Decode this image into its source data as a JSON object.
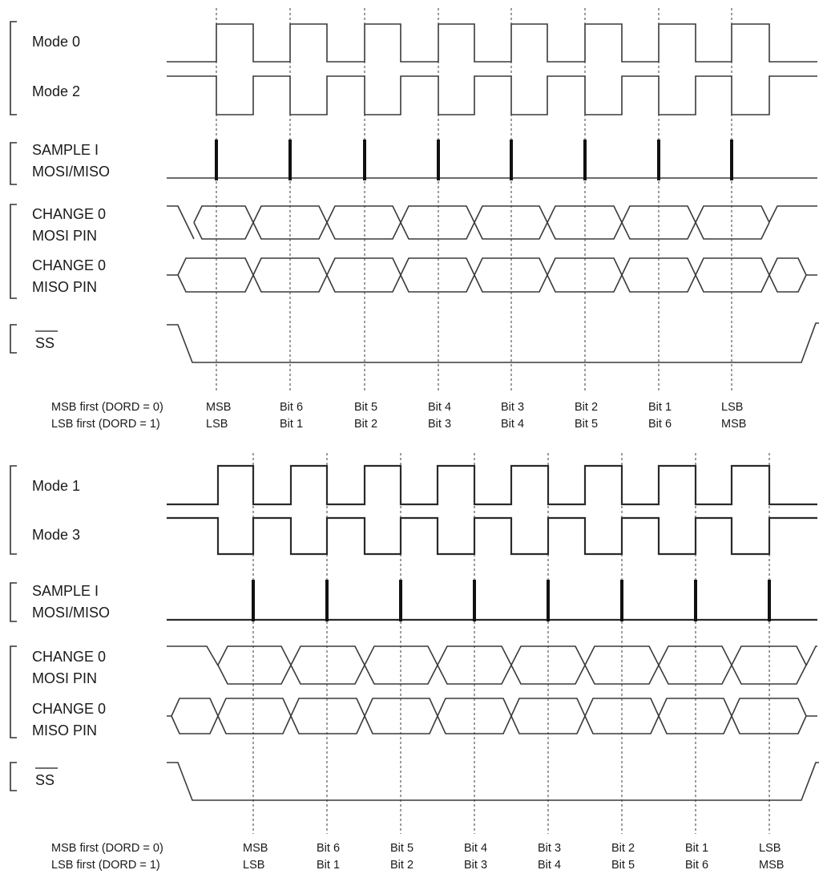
{
  "diagrams": [
    {
      "id": "mode02",
      "signals": {
        "clock_labels": [
          "Mode 0",
          "Mode 2"
        ],
        "sample_labels": [
          "SAMPLE I",
          "MOSI/MISO"
        ],
        "mosi_labels": [
          "CHANGE 0",
          "MOSI PIN"
        ],
        "miso_labels": [
          "CHANGE 0",
          "MISO PIN"
        ],
        "ss_label": "SS"
      },
      "bit_rows": [
        {
          "label": "MSB first (DORD = 0)",
          "bits": [
            "MSB",
            "Bit 6",
            "Bit 5",
            "Bit 4",
            "Bit 3",
            "Bit 2",
            "Bit 1",
            "LSB"
          ]
        },
        {
          "label": "LSB first (DORD = 1)",
          "bits": [
            "LSB",
            "Bit 1",
            "Bit 2",
            "Bit 3",
            "Bit 4",
            "Bit 5",
            "Bit 6",
            "MSB"
          ]
        }
      ]
    },
    {
      "id": "mode13",
      "signals": {
        "clock_labels": [
          "Mode 1",
          "Mode 3"
        ],
        "sample_labels": [
          "SAMPLE I",
          "MOSI/MISO"
        ],
        "mosi_labels": [
          "CHANGE 0",
          "MOSI PIN"
        ],
        "miso_labels": [
          "CHANGE 0",
          "MISO PIN"
        ],
        "ss_label": "SS"
      },
      "bit_rows": [
        {
          "label": "MSB first (DORD = 0)",
          "bits": [
            "MSB",
            "Bit 6",
            "Bit 5",
            "Bit 4",
            "Bit 3",
            "Bit 2",
            "Bit 1",
            "LSB"
          ]
        },
        {
          "label": "LSB first (DORD = 1)",
          "bits": [
            "LSB",
            "Bit 1",
            "Bit 2",
            "Bit 3",
            "Bit 4",
            "Bit 5",
            "Bit 6",
            "MSB"
          ]
        }
      ]
    }
  ]
}
